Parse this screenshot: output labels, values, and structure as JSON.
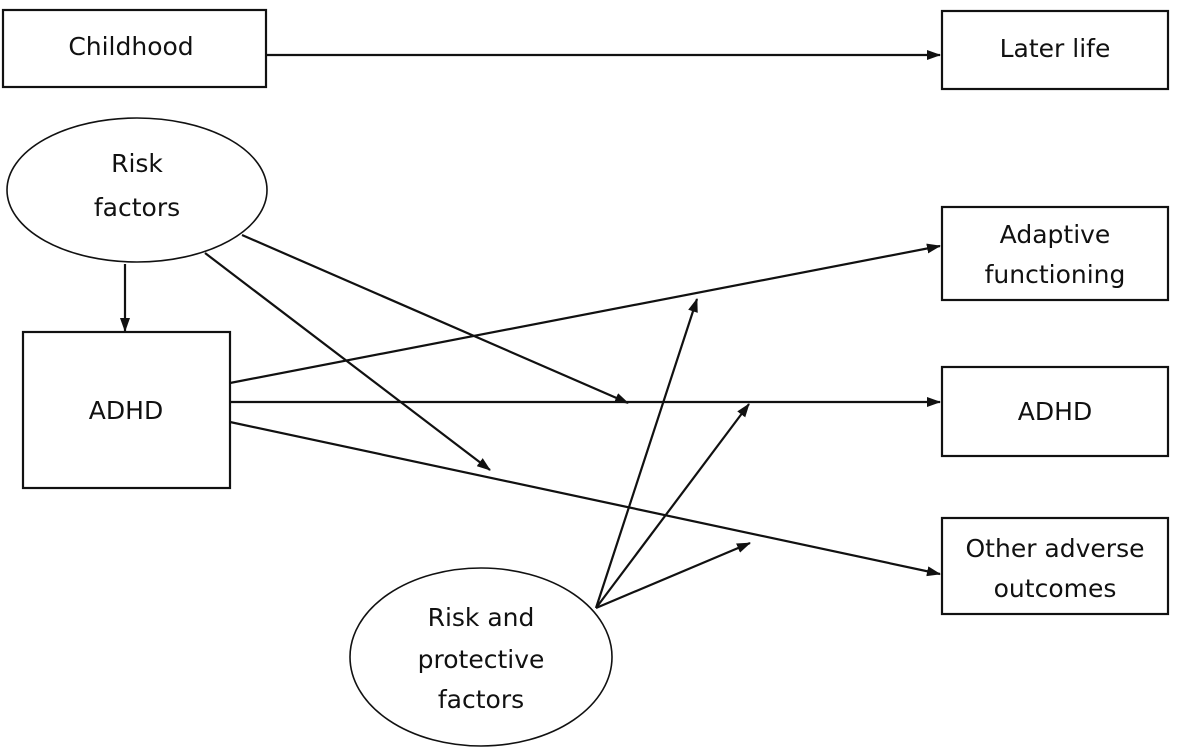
{
  "nodes": {
    "childhood": {
      "label": "Childhood"
    },
    "later_life": {
      "label": "Later life"
    },
    "risk_factors": {
      "lines": [
        "Risk",
        "factors"
      ]
    },
    "adhd_child": {
      "label": "ADHD"
    },
    "adaptive_functioning": {
      "lines": [
        "Adaptive",
        "functioning"
      ]
    },
    "adhd_later": {
      "label": "ADHD"
    },
    "other_adverse": {
      "lines": [
        "Other adverse",
        "outcomes"
      ]
    },
    "risk_protective": {
      "lines": [
        "Risk and",
        "protective",
        "factors"
      ]
    }
  },
  "colors": {
    "stroke": "#111111",
    "background": "#ffffff",
    "text": "#111111"
  }
}
